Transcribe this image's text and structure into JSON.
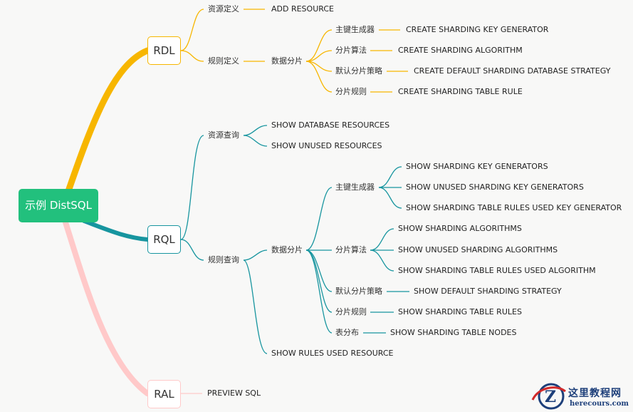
{
  "root": {
    "label": "示例 DistSQL"
  },
  "colors": {
    "rdl": "#f7b600",
    "rql": "#17959f",
    "ral": "#ffc9c9",
    "root": "#22c07d",
    "logo": "#1d3f7a",
    "logo_red": "#d22a2a"
  },
  "rdl": {
    "label": "RDL",
    "resource": {
      "label": "资源定义",
      "item": "ADD RESOURCE"
    },
    "rule": {
      "label": "规则定义",
      "sharding": {
        "label": "数据分片",
        "items": [
          {
            "label": "主键生成器",
            "value": "CREATE SHARDING KEY GENERATOR"
          },
          {
            "label": "分片算法",
            "value": "CREATE SHARDING ALGORITHM"
          },
          {
            "label": "默认分片策略",
            "value": "CREATE DEFAULT SHARDING DATABASE STRATEGY"
          },
          {
            "label": "分片规则",
            "value": "CREATE SHARDING TABLE RULE"
          }
        ]
      }
    }
  },
  "rql": {
    "label": "RQL",
    "resource": {
      "label": "资源查询",
      "items": [
        "SHOW DATABASE RESOURCES",
        "SHOW UNUSED RESOURCES"
      ]
    },
    "rule": {
      "label": "规则查询",
      "sharding": {
        "label": "数据分片",
        "keygen": {
          "label": "主键生成器",
          "items": [
            "SHOW SHARDING KEY GENERATORS",
            "SHOW UNUSED SHARDING KEY GENERATORS",
            "SHOW SHARDING TABLE RULES USED KEY GENERATOR"
          ]
        },
        "algorithm": {
          "label": "分片算法",
          "items": [
            "SHOW SHARDING ALGORITHMS",
            "SHOW UNUSED SHARDING ALGORITHMS",
            "SHOW SHARDING TABLE RULES USED ALGORITHM"
          ]
        },
        "strategy": {
          "label": "默认分片策略",
          "item": "SHOW DEFAULT SHARDING STRATEGY"
        },
        "table_rule": {
          "label": "分片规则",
          "item": "SHOW SHARDING TABLE RULES"
        },
        "table_dist": {
          "label": "表分布",
          "item": "SHOW SHARDING TABLE NODES"
        }
      },
      "used_resource": "SHOW RULES USED RESOURCE"
    }
  },
  "ral": {
    "label": "RAL",
    "item": "PREVIEW SQL"
  },
  "watermark": {
    "title": "这里教程网",
    "url": "herecours.com"
  }
}
